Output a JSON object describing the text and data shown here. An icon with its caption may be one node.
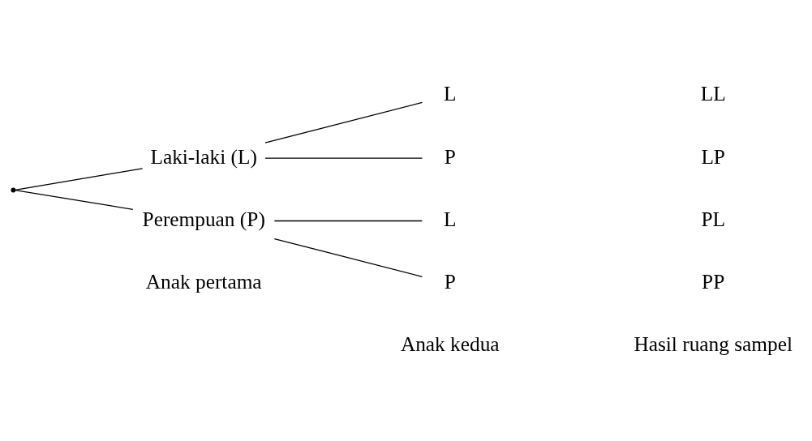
{
  "diagram": {
    "nodes": [
      {
        "text": [],
        "shape": "point"
      },
      {
        "text": [
          "Laki-laki (L)"
        ]
      },
      {
        "text": [
          "Perempuan (P)"
        ]
      },
      {
        "text": [
          "L"
        ]
      },
      {
        "text": [
          "P"
        ]
      },
      {
        "text": [
          "L"
        ]
      },
      {
        "text": [
          "P"
        ]
      }
    ],
    "edges": [
      {
        "from": 0,
        "to": 1,
        "arrow": "none"
      },
      {
        "from": 0,
        "to": 2,
        "arrow": "none"
      },
      {
        "from": 1,
        "to": 3,
        "arrow": "none"
      },
      {
        "from": 1,
        "to": 4,
        "arrow": "none"
      },
      {
        "from": 2,
        "to": 5,
        "arrow": "none"
      },
      {
        "from": 2,
        "to": 6,
        "arrow": "none"
      }
    ],
    "labels": [
      "LL",
      "LP",
      "PL",
      "PP",
      "Anak pertama",
      "Anak kedua",
      "Hasil ruang sampel"
    ]
  }
}
